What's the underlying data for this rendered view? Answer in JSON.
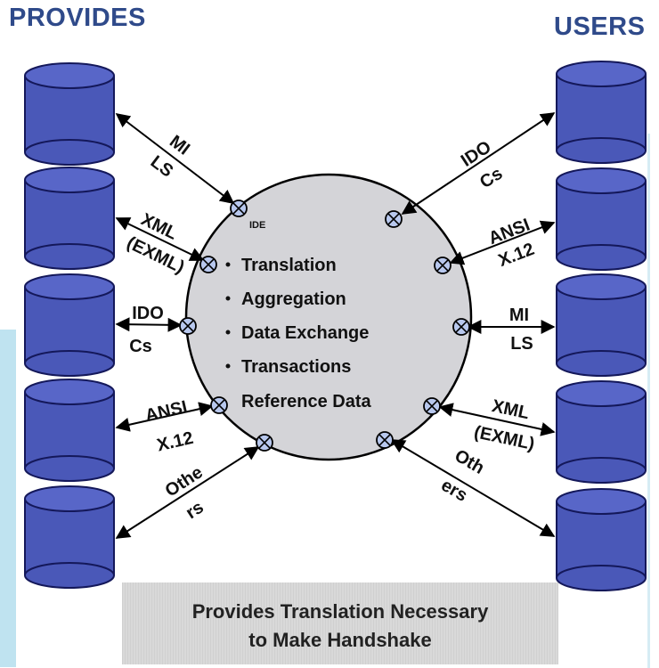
{
  "headings": {
    "providers": "PROVIDES",
    "users": "USERS"
  },
  "hub": {
    "tag": "IDE",
    "bullets": [
      "Translation",
      "Aggregation",
      "Data Exchange",
      "Transactions",
      "Reference Data"
    ]
  },
  "left_connections": [
    {
      "line1": "MI",
      "line2": "LS"
    },
    {
      "line1": "XML",
      "line2": "(EXML)"
    },
    {
      "line1": "IDO",
      "line2": "Cs"
    },
    {
      "line1": "ANSI",
      "line2": "X.12"
    },
    {
      "line1": "Othe",
      "line2": "rs"
    }
  ],
  "right_connections": [
    {
      "line1": "IDO",
      "line2": "Cs"
    },
    {
      "line1": "ANSI",
      "line2": "X.12"
    },
    {
      "line1": "MI",
      "line2": "LS"
    },
    {
      "line1": "XML",
      "line2": "(EXML)"
    },
    {
      "line1": "Oth",
      "line2": "ers"
    }
  ],
  "caption": {
    "line1": "Provides Translation Necessary",
    "line2": "to Make Handshake"
  },
  "colors": {
    "heading": "#2f4a8a",
    "cylinder_body": "#4a58b8",
    "cylinder_top": "#5866c8",
    "cylinder_stroke": "#14185a",
    "hub_fill": "#d4d4d8",
    "port_fill": "#b8c8ee",
    "caption_bg": "#d9d9d9"
  }
}
